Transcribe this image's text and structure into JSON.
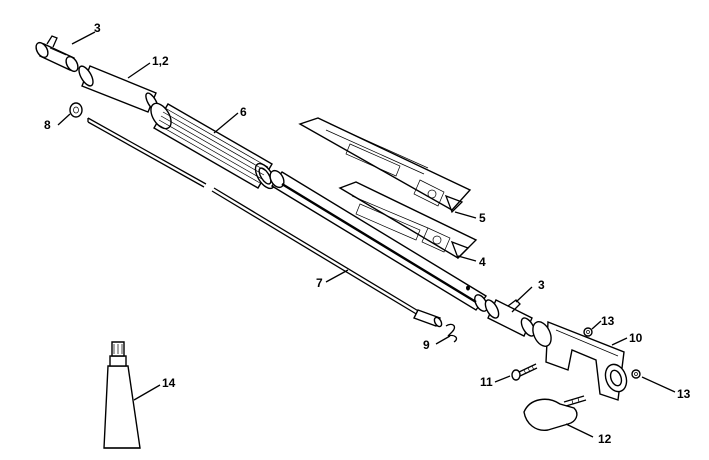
{
  "callouts": {
    "c3a": "3",
    "c12a": "1,2",
    "c6": "6",
    "c8": "8",
    "c5": "5",
    "c4": "4",
    "c7": "7",
    "c3b": "3",
    "c13a": "13",
    "c10": "10",
    "c9": "9",
    "c11": "11",
    "c13b": "13",
    "c14": "14",
    "c12": "12"
  }
}
